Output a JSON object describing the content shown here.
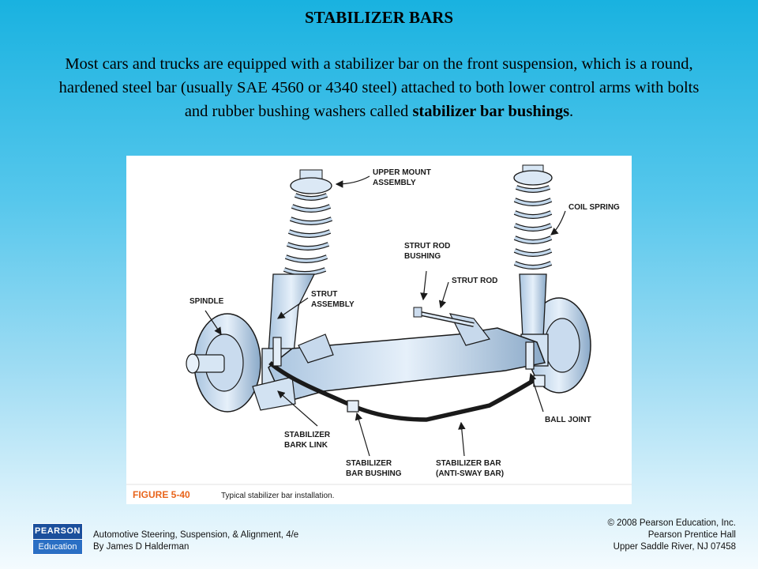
{
  "slide": {
    "title": "STABILIZER BARS",
    "body_text": "Most cars and trucks are equipped with a stabilizer bar on the front suspension, which is a round, hardened steel bar (usually SAE 4560 or 4340 steel) attached to both lower control arms with bolts and rubber bushing washers called ",
    "body_bold": "stabilizer bar bushings",
    "body_end": "."
  },
  "figure": {
    "labels": {
      "upper_mount_1": "UPPER MOUNT",
      "upper_mount_2": "ASSEMBLY",
      "coil_spring": "COIL SPRING",
      "strut_rod_bushing_1": "STRUT ROD",
      "strut_rod_bushing_2": "BUSHING",
      "strut_rod": "STRUT ROD",
      "strut_assembly_1": "STRUT",
      "strut_assembly_2": "ASSEMBLY",
      "spindle": "SPINDLE",
      "ball_joint": "BALL JOINT",
      "bark_link_1": "STABILIZER",
      "bark_link_2": "BARK LINK",
      "bar_bushing_1": "STABILIZER",
      "bar_bushing_2": "BAR BUSHING",
      "bar_1": "STABILIZER BAR",
      "bar_2": "(ANTI-SWAY BAR)"
    },
    "caption_number": "FIGURE 5-40",
    "caption_text": "Typical stabilizer bar installation."
  },
  "footer": {
    "logo_top": "PEARSON",
    "logo_bottom": "Education",
    "book_title": "Automotive Steering, Suspension, & Alignment, 4/e",
    "author": "By James D Halderman",
    "copyright": "© 2008 Pearson Education, Inc.",
    "publisher": "Pearson Prentice Hall",
    "address": "Upper Saddle River, NJ 07458"
  }
}
